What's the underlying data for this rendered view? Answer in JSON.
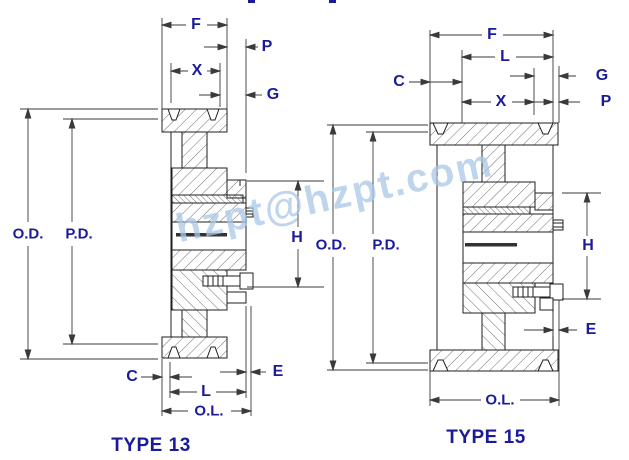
{
  "watermark": {
    "text": "hzpt@hzpt.com",
    "color": "#a9c7e6"
  },
  "colors": {
    "label_navy": "#1b1b99",
    "line": "#2b2b2b"
  },
  "diagram_left": {
    "title": "TYPE 13",
    "labels": {
      "f": "F",
      "p": "P",
      "x": "X",
      "g": "G",
      "od": "O.D.",
      "pd": "P.D.",
      "h": "H",
      "c": "C",
      "e": "E",
      "l": "L",
      "ol": "O.L."
    }
  },
  "diagram_right": {
    "title": "TYPE 15",
    "labels": {
      "f": "F",
      "l": "L",
      "c": "C",
      "g": "G",
      "x": "X",
      "p": "P",
      "od": "O.D.",
      "pd": "P.D.",
      "h": "H",
      "e": "E",
      "ol": "O.L."
    }
  }
}
